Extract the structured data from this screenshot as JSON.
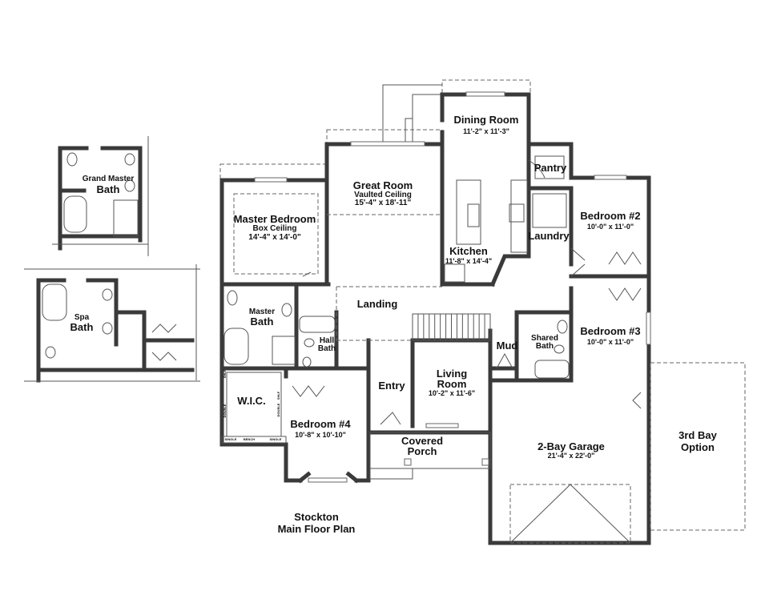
{
  "plan": {
    "title_line1": "Stockton",
    "title_line2": "Main Floor Plan"
  },
  "rooms": {
    "dining": {
      "name": "Dining Room",
      "size": "11'-2\" x 11'-3\""
    },
    "great": {
      "name": "Great Room",
      "note": "Vaulted Ceiling",
      "size": "15'-4\" x 18'-11\""
    },
    "master_bed": {
      "name": "Master Bedroom",
      "note": "Box Ceiling",
      "size": "14'-4\" x 14'-0\""
    },
    "pantry": {
      "name": "Pantry"
    },
    "laundry": {
      "name": "Laundry"
    },
    "kitchen": {
      "name": "Kitchen",
      "size": "11'-8\" x 14'-4\""
    },
    "bed2": {
      "name": "Bedroom #2",
      "size": "10'-0\" x 11'-0\""
    },
    "bed3": {
      "name": "Bedroom #3",
      "size": "10'-0\" x 11'-0\""
    },
    "landing": {
      "name": "Landing"
    },
    "master_bath": {
      "name1": "Master",
      "name2": "Bath"
    },
    "hall_bath": {
      "name1": "Hall",
      "name2": "Bath"
    },
    "shared_bath": {
      "name1": "Shared",
      "name2": "Bath"
    },
    "mud": {
      "name": "Mud"
    },
    "wic": {
      "name": "W.I.C."
    },
    "entry": {
      "name": "Entry"
    },
    "living": {
      "name1": "Living",
      "name2": "Room",
      "size": "10'-2\" x 11'-6\""
    },
    "bed4": {
      "name": "Bedroom #4",
      "size": "10'-8\" x 10'-10\""
    },
    "porch": {
      "name1": "Covered",
      "name2": "Porch"
    },
    "garage": {
      "name": "2-Bay Garage",
      "size": "21'-4\" x 22'-0\""
    },
    "third_bay": {
      "name1": "3rd Bay",
      "name2": "Option"
    }
  },
  "options": {
    "grand_master_bath": {
      "name1": "Grand Master",
      "name2": "Bath"
    },
    "spa_bath": {
      "name1": "Spa",
      "name2": "Bath"
    }
  },
  "closet_labels": {
    "single": "SINGLE",
    "bench": "BENCH",
    "double": "DOUBLE",
    "shelf": "SHLF"
  },
  "colors": {
    "wall": "#3a3a3a",
    "line": "#555555",
    "background": "#ffffff"
  }
}
